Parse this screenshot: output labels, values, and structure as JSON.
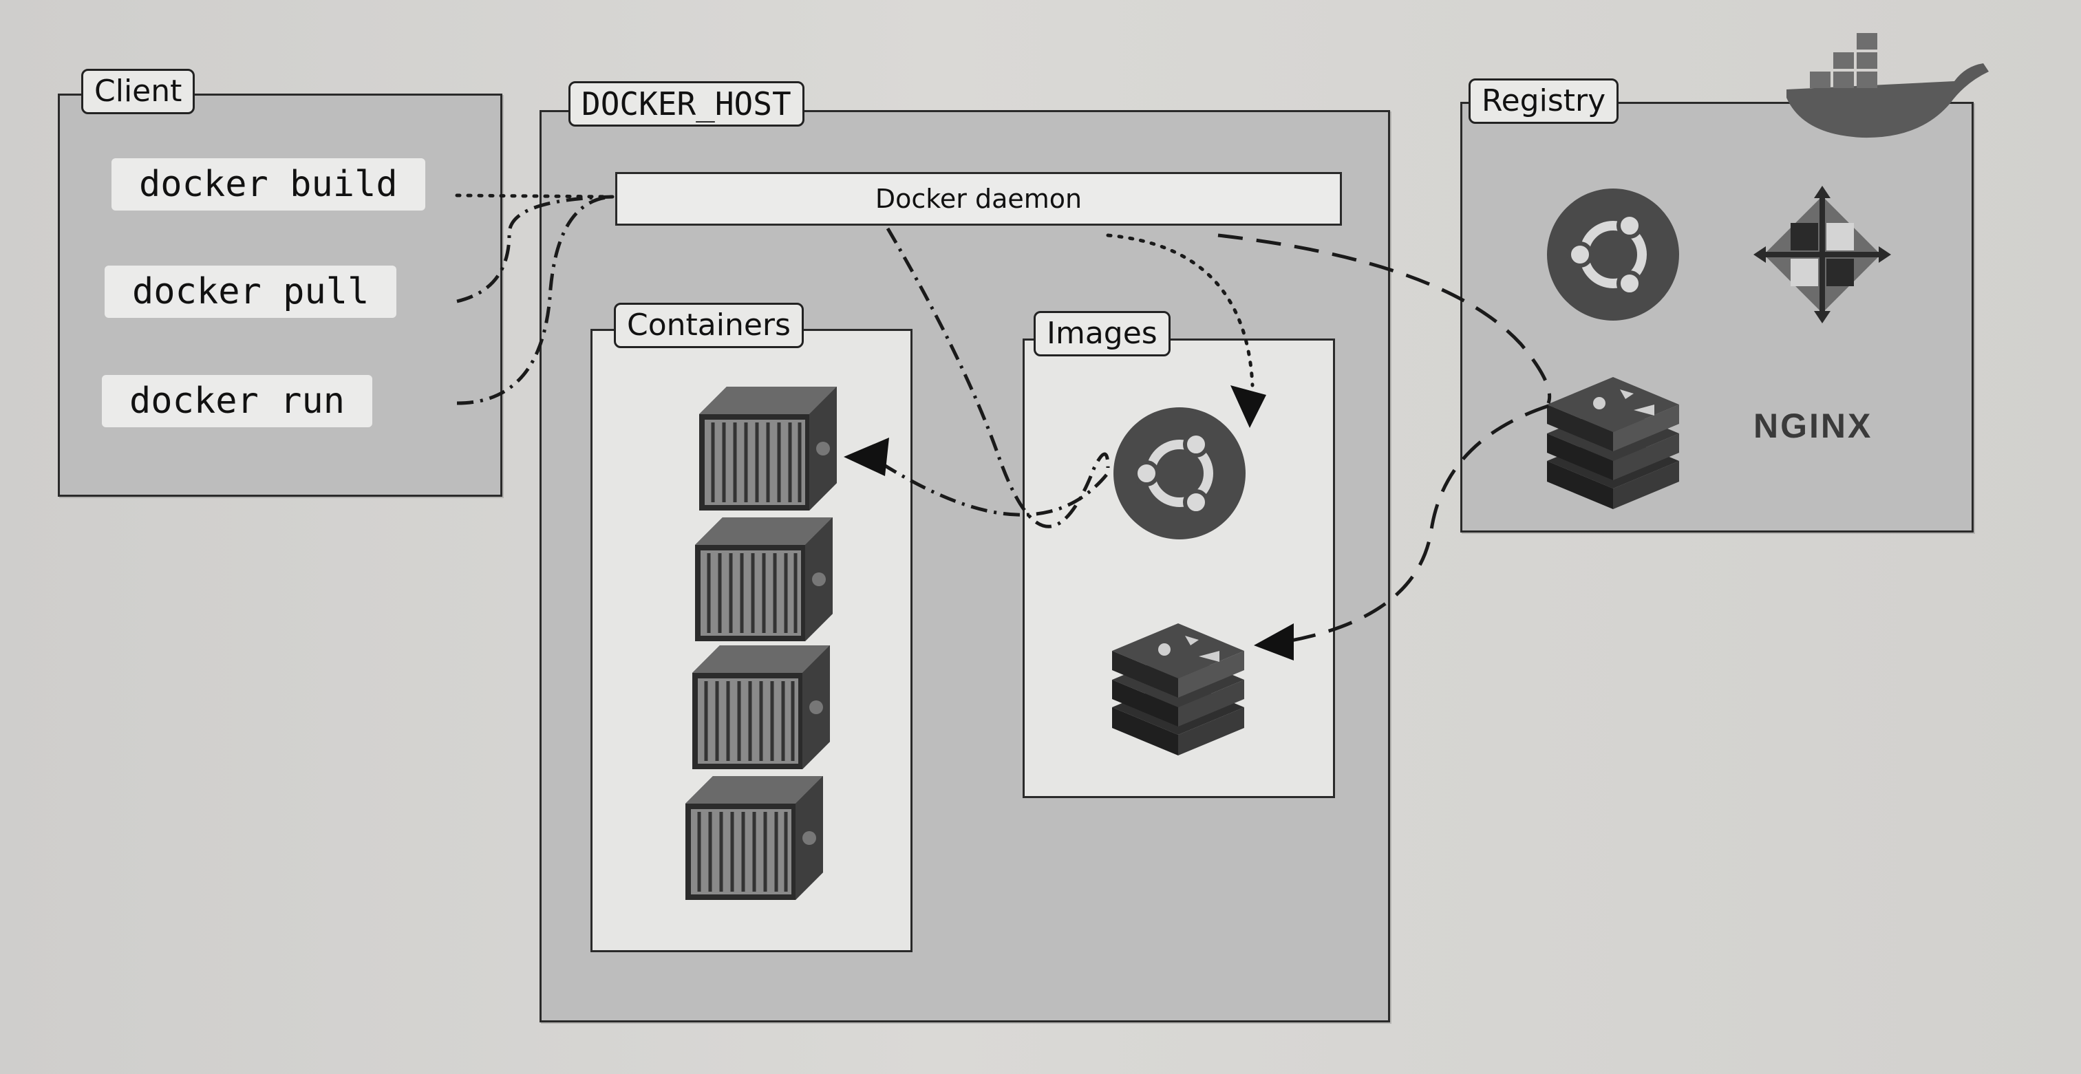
{
  "client": {
    "title": "Client",
    "commands": [
      "docker build",
      "docker pull",
      "docker run"
    ]
  },
  "host": {
    "title": "DOCKER_HOST",
    "daemon_label": "Docker daemon",
    "containers_title": "Containers",
    "images_title": "Images"
  },
  "registry": {
    "title": "Registry",
    "nginx_label": "NGINX"
  },
  "icons": {
    "container": "shipping-container-icon",
    "ubuntu": "ubuntu-logo-icon",
    "redis": "redis-logo-icon",
    "centos": "centos-logo-icon",
    "whale": "docker-whale-icon"
  }
}
